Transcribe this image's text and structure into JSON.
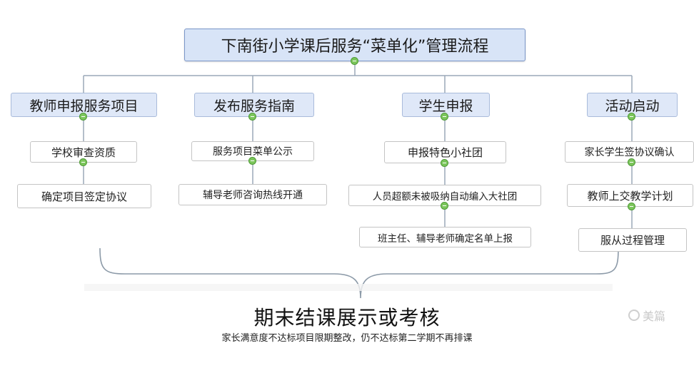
{
  "root": {
    "label": "下南街小学课后服务“菜单化”管理流程"
  },
  "branches": [
    {
      "label": "教师申报服务项目",
      "items": [
        "学校审查资质",
        "确定项目签定协议"
      ]
    },
    {
      "label": "发布服务指南",
      "items": [
        "服务项目菜单公示",
        "辅导老师咨询热线开通"
      ]
    },
    {
      "label": "学生申报",
      "items": [
        "申报特色小社团",
        "人员超额未被吸纳自动编入大社团",
        "班主任、辅导老师确定名单上报"
      ]
    },
    {
      "label": "活动启动",
      "items": [
        "家长学生签协议确认",
        "教师上交教学计划",
        "服从过程管理"
      ]
    }
  ],
  "conclusion": {
    "title": "期末结课展示或考核",
    "note": "家长满意度不达标项目限期整改，仍不达标第二学期不再排课"
  },
  "watermark": {
    "text": "美篇"
  },
  "colors": {
    "root_fill": "#d8e4f7",
    "category_fill": "#dfe8f8",
    "knob": "#7cc65c",
    "line": "#9aa9b8"
  }
}
